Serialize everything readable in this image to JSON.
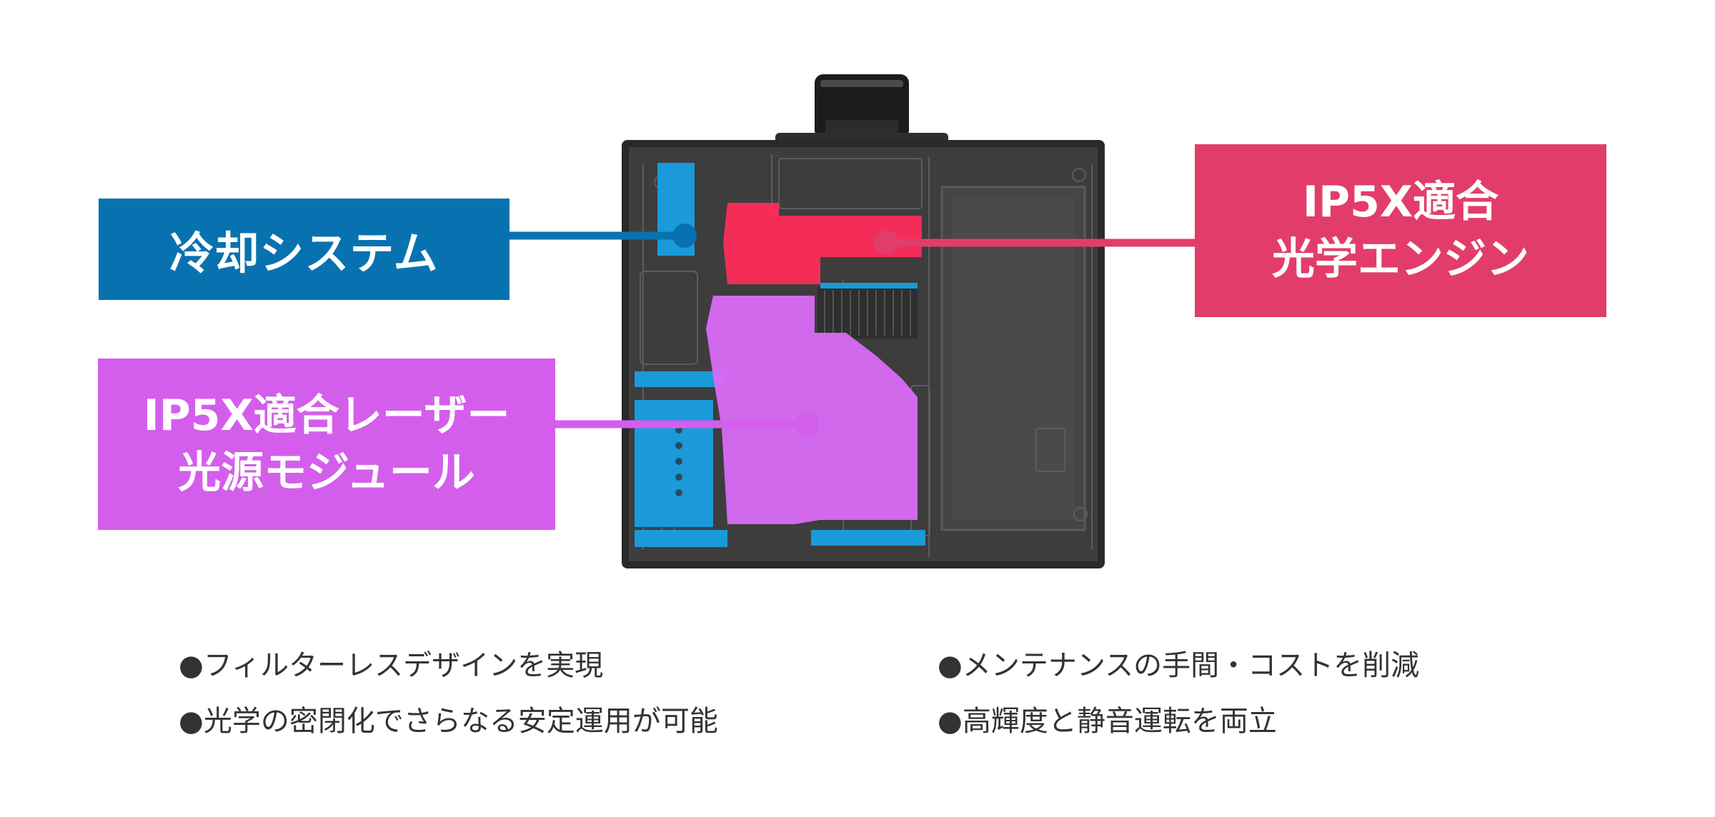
{
  "colors": {
    "cooling": "#0872b1",
    "cooling_fill": "#1a9ad8",
    "optical": "#e23d6a",
    "optical_fill": "#ff2d5a",
    "laser": "#d45eec",
    "laser_fill": "#da6af5",
    "device_body": "#3b3b3b"
  },
  "labels": {
    "cooling": {
      "lines": [
        "冷却システム"
      ]
    },
    "laser": {
      "lines": [
        "IP5X適合レーザー",
        "光源モジュール"
      ]
    },
    "optical": {
      "lines": [
        "IP5X適合",
        "光学エンジン"
      ]
    }
  },
  "features": {
    "left": [
      "●フィルターレスデザインを実現",
      "●光学の密閉化でさらなる安定運用が可能"
    ],
    "right": [
      "●メンテナンスの手間・コストを削減",
      "●高輝度と静音運転を両立"
    ]
  }
}
